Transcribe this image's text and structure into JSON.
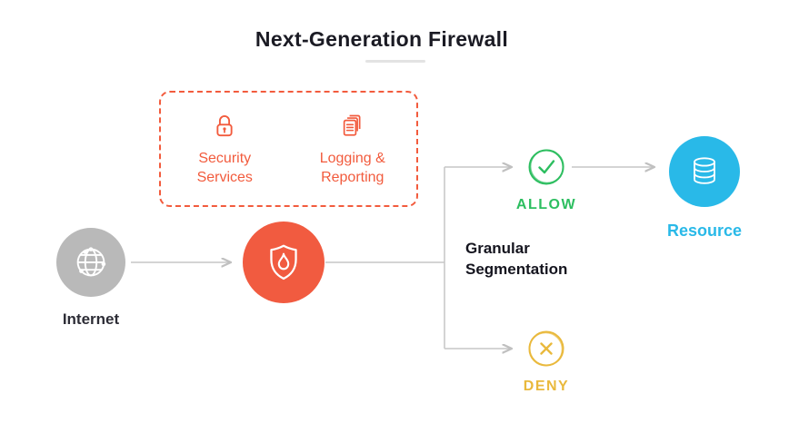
{
  "title": "Next-Generation Firewall",
  "colors": {
    "orange": "#f25b3d",
    "firewall_orange": "#f15b40",
    "green": "#2dbe60",
    "yellow": "#e9b93c",
    "cyan": "#29b9e8",
    "gray_node": "#b9b9b9",
    "connector_gray": "#c6c6c6",
    "text_dark": "#1b1b24"
  },
  "services_box": {
    "items": [
      {
        "icon": "lock-icon",
        "label": "Security Services"
      },
      {
        "icon": "logging-icon",
        "label": "Logging & Reporting"
      }
    ]
  },
  "nodes": {
    "internet": {
      "label": "Internet",
      "icon": "globe-network-icon"
    },
    "firewall": {
      "icon": "shield-flame-icon"
    },
    "allow": {
      "label": "ALLOW",
      "icon": "check-circle-icon"
    },
    "deny": {
      "label": "DENY",
      "icon": "x-circle-icon"
    },
    "resource": {
      "label": "Resource",
      "icon": "database-icon"
    }
  },
  "annotations": {
    "granular_segmentation": "Granular Segmentation"
  }
}
